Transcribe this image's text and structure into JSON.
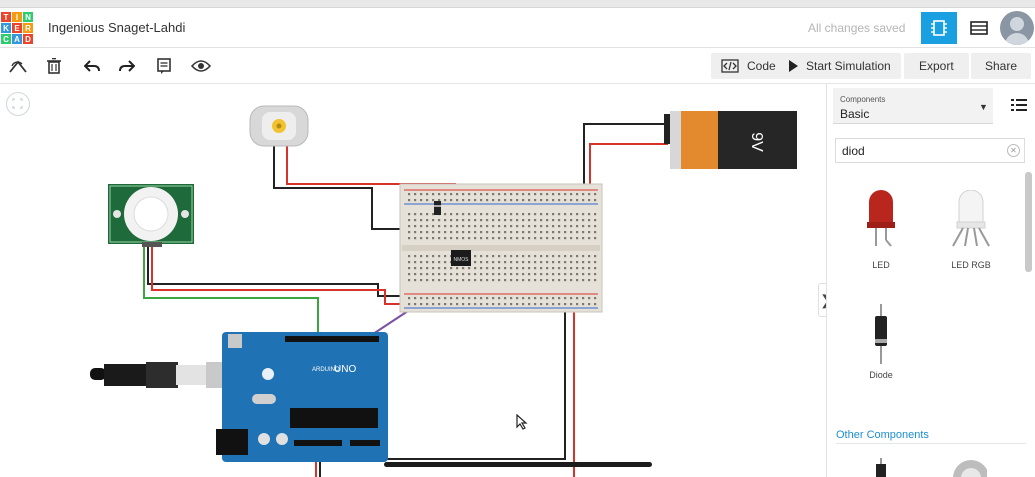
{
  "header": {
    "logo_letters": [
      "T",
      "I",
      "N",
      "K",
      "E",
      "R",
      "C",
      "A",
      "D"
    ],
    "logo_colors": [
      "#e8452c",
      "#f39c12",
      "#2ecc71",
      "#3498db",
      "#e8452c",
      "#f39c12",
      "#2ecc71",
      "#3498db",
      "#e8452c"
    ],
    "design_title": "Ingenious Snaget-Lahdi",
    "save_status": "All changes saved",
    "view_buttons": [
      "circuit-view-icon",
      "component-list-icon"
    ],
    "accent_color": "#1aa0e0"
  },
  "toolbar": {
    "tools": [
      "rotate-icon",
      "delete-icon",
      "undo-icon",
      "redo-icon",
      "notes-icon",
      "visibility-icon"
    ],
    "code_label": "Code",
    "start_simulation_label": "Start Simulation",
    "export_label": "Export",
    "share_label": "Share"
  },
  "canvas": {
    "components": [
      "dc-motor",
      "9v-battery",
      "pir-sensor",
      "breadboard",
      "arduino-uno",
      "diode",
      "mosfet",
      "usb-cable"
    ],
    "battery_label": "9V",
    "arduino_label": "UNO",
    "arduino_brand": "ARDUINO",
    "chip_label": "NMOS"
  },
  "panel": {
    "components_caption": "Components",
    "library_value": "Basic",
    "search_value": "diod",
    "items": [
      {
        "label": "LED",
        "icon": "led-icon"
      },
      {
        "label": "LED RGB",
        "icon": "led-rgb-icon"
      },
      {
        "label": "Diode",
        "icon": "diode-icon"
      }
    ],
    "other_components_label": "Other Components"
  }
}
